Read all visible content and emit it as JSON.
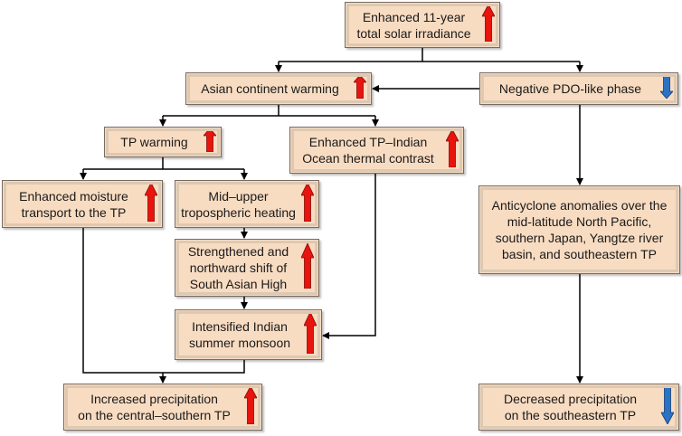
{
  "diagram": {
    "nodes": {
      "solar": {
        "text": "Enhanced 11-year\ntotal solar irradiance",
        "trend": "up"
      },
      "asia": {
        "text": "Asian continent warming",
        "trend": "up"
      },
      "pdo": {
        "text": "Negative PDO-like phase",
        "trend": "down"
      },
      "tp": {
        "text": "TP warming",
        "trend": "up"
      },
      "contrast": {
        "text": "Enhanced TP–Indian\nOcean thermal contrast",
        "trend": "up"
      },
      "moisture": {
        "text": "Enhanced moisture\ntransport to the TP",
        "trend": "up"
      },
      "heating": {
        "text": "Mid–upper\ntropospheric heating",
        "trend": "up"
      },
      "sah": {
        "text": "Strengthened and\nnorthward shift of\nSouth Asian High",
        "trend": "up"
      },
      "monsoon": {
        "text": "Intensified Indian\nsummer monsoon",
        "trend": "up"
      },
      "precip_up": {
        "text": "Increased precipitation\non the central–southern TP",
        "trend": "up"
      },
      "anticyclone": {
        "text": "Anticyclone anomalies over the\nmid-latitude North Pacific,\nsouthern Japan, Yangtze river\nbasin, and southeastern TP",
        "trend": "none"
      },
      "precip_down": {
        "text": "Decreased precipitation\non the southeastern TP",
        "trend": "down"
      }
    }
  },
  "colors": {
    "up_arrow": "#e8140e",
    "down_arrow": "#2a72c6",
    "box_fill": "#f8dcc2",
    "line": "#000000"
  }
}
